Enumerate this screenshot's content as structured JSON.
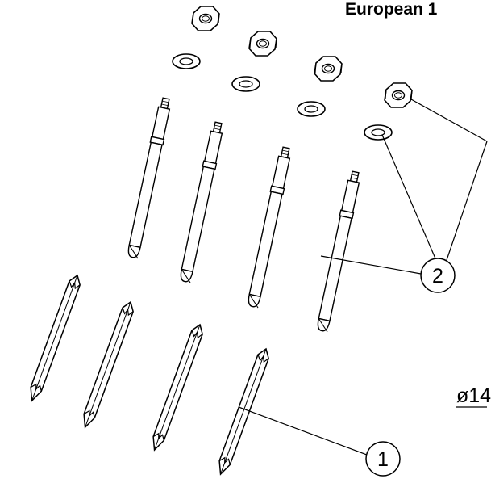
{
  "header": {
    "title": "European 1"
  },
  "dimension": {
    "label": "ø14"
  },
  "callouts": [
    {
      "number": "1"
    },
    {
      "number": "2"
    }
  ]
}
